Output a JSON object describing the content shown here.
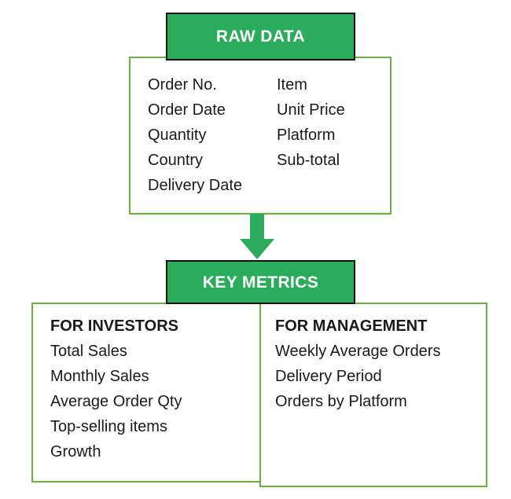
{
  "diagram": {
    "title_top": "RAW DATA",
    "title_bottom": "KEY METRICS",
    "colors": {
      "banner_fill": "#2BAC5C",
      "banner_border": "#111111",
      "panel_border": "#70AD47",
      "arrow_fill": "#2BAC5C",
      "text": "#1a1a1a",
      "banner_text": "#ffffff",
      "background": "#ffffff"
    },
    "arrow": {
      "icon": "arrow-down-icon",
      "direction": "down",
      "from": "RAW DATA",
      "to": "KEY METRICS"
    }
  },
  "raw_data": {
    "columns": [
      {
        "name": "left",
        "items": [
          "Order No.",
          "Order Date",
          "Quantity",
          "Country",
          "Delivery Date"
        ]
      },
      {
        "name": "right",
        "items": [
          "Item",
          "Unit Price",
          "Platform",
          "Sub-total"
        ]
      }
    ]
  },
  "key_metrics": {
    "groups": [
      {
        "heading": "FOR INVESTORS",
        "items": [
          "Total Sales",
          "Monthly Sales",
          "Average Order Qty",
          "Top-selling items",
          "Growth"
        ]
      },
      {
        "heading": "FOR MANAGEMENT",
        "items": [
          "Weekly Average Orders",
          "Delivery Period",
          "Orders by Platform"
        ]
      }
    ]
  }
}
